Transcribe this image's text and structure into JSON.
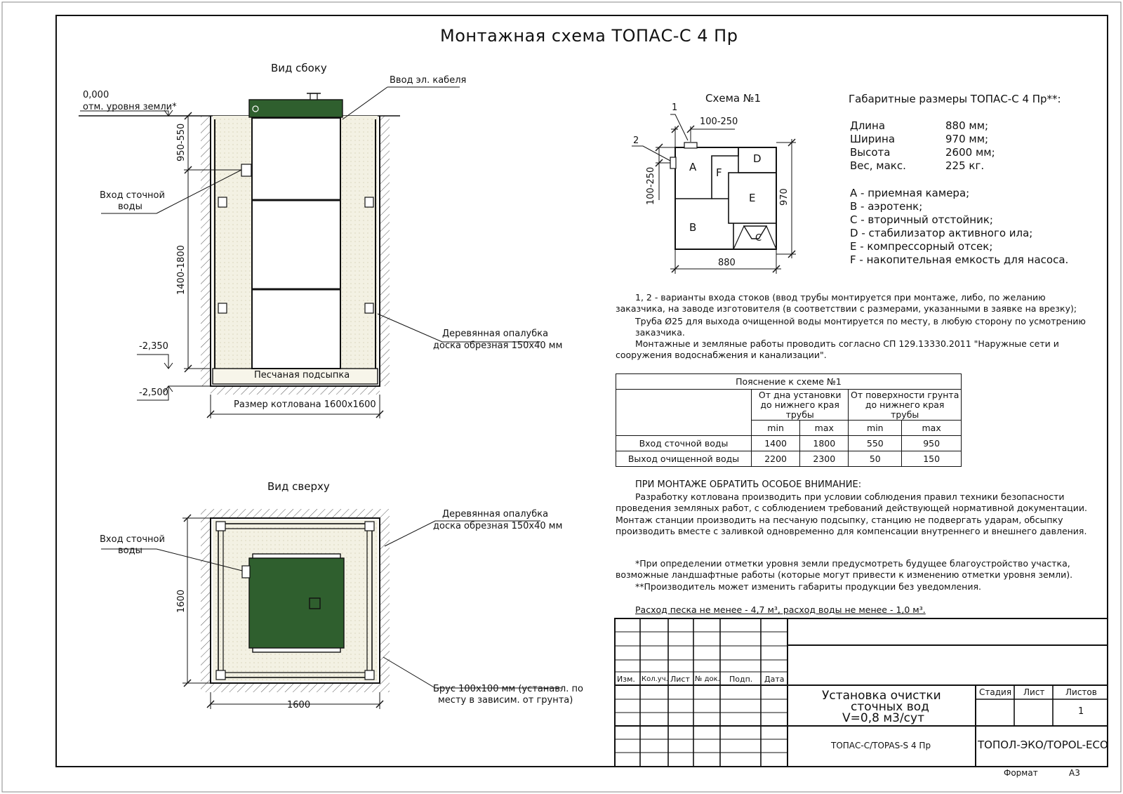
{
  "title": "Монтажная схема ТОПАС-С 4 Пр",
  "side_view": {
    "title": "Вид сбоку",
    "ground_level": "0,000",
    "ground_level_note": "отм. уровня земли*",
    "cable_label": "Ввод эл. кабеля",
    "inlet_label": [
      "Вход сточной",
      "воды"
    ],
    "dim_top": "950-550",
    "dim_mid": "1400-1800",
    "level_1": "-2,350",
    "level_2": "-2,500",
    "formwork_label": [
      "Деревянная опалубка",
      "доска обрезная 150x40 мм"
    ],
    "sand_label": "Песчаная подсыпка",
    "pit_label": "Размер котлована 1600x1600"
  },
  "top_view": {
    "title": "Вид сверху",
    "inlet_label": [
      "Вход сточной",
      "воды"
    ],
    "formwork_label": [
      "Деревянная опалубка",
      "доска обрезная 150x40 мм"
    ],
    "beam_label": [
      "Брус 100x100 мм (устанавл. по",
      "месту в зависим. от грунта)"
    ],
    "dim_v": "1600",
    "dim_h": "1600"
  },
  "scheme1": {
    "title": "Схема №1",
    "mark1": "1",
    "mark2": "2",
    "dim_top": "100-250",
    "dim_left": "100-250",
    "dim_right": "970",
    "dim_bottom": "880",
    "zones": [
      "A",
      "B",
      "C",
      "D",
      "E",
      "F"
    ]
  },
  "dimensions": {
    "title": "Габаритные размеры ТОПАС-С 4 Пр**:",
    "rows": [
      {
        "k": "Длина",
        "v": "880 мм;"
      },
      {
        "k": "Ширина",
        "v": "970 мм;"
      },
      {
        "k": "Высота",
        "v": "2600 мм;"
      },
      {
        "k": "Вес, макс.",
        "v": "225 кг."
      }
    ]
  },
  "legend": [
    "A - приемная камера;",
    "B - аэротенк;",
    "C - вторичный отстойник;",
    "D - стабилизатор активного ила;",
    "E - компрессорный отсек;",
    "F - накопительная емкость для насоса."
  ],
  "notes": {
    "p1": "1, 2 - варианты входа  стоков (ввод трубы монтируется при монтаже, либо, по желанию заказчика, на заводе изготовителя (в соответствии с размерами, указанными в заявке на врезку);",
    "p2": "Труба Ø25 для выхода очищенной воды монтируется по месту, в любую сторону по усмотрению заказчика.",
    "p3": "Монтажные и земляные работы проводить согласно СП 129.13330.2011 \"Наружные сети и сооружения водоснабжения и канализации\"."
  },
  "table": {
    "title": "Пояснение к схеме №1",
    "group1": "От дна установки до нижнего края трубы",
    "group2": "От поверхности грунта до нижнего края трубы",
    "min": "min",
    "max": "max",
    "rows": [
      {
        "label": "Вход сточной воды",
        "v": [
          "1400",
          "1800",
          "550",
          "950"
        ]
      },
      {
        "label": "Выход очищенной воды",
        "v": [
          "2200",
          "2300",
          "50",
          "150"
        ]
      }
    ]
  },
  "attention": {
    "title": "ПРИ МОНТАЖЕ ОБРАТИТЬ ОСОБОЕ ВНИМАНИЕ:",
    "text": "Разработку котлована производить при условии соблюдения правил техники безопасности проведения земляных работ, с соблюдением требований действующей нормативной документации. Монтаж станции производить на песчаную подсыпку, станцию не подвергать ударам, обсыпку производить вместе с заливкой одновременно для компенсации внутреннего и внешнего давления."
  },
  "footnotes": {
    "f1": "*При определении отметки уровня земли предусмотреть будущее благоустройство участка, возможные ландшафтные работы (которые могут привести к изменению отметки уровня земли).",
    "f2": "**Производитель может изменить габариты продукции без уведомления.",
    "f3": "Расход песка не менее - 4,7 м³, расход воды не менее - 1,0 м³."
  },
  "title_block": {
    "cols": [
      "Изм.",
      "Кол.уч.",
      "Лист",
      "№ док.",
      "Подп.",
      "Дата"
    ],
    "name": [
      "Установка очистки",
      "сточных вод",
      "V=0,8 м3/сут"
    ],
    "stage": "Стадия",
    "sheet": "Лист",
    "sheets": "Листов",
    "sheets_value": "1",
    "code": "ТОПАС-С/TOPAS-S 4 Пр",
    "company": "ТОПОЛ-ЭКО/TOPOL-ECO",
    "format_label": "Формат",
    "format_value": "А3"
  },
  "colors": {
    "tank": "#2f5f2e",
    "sand": "#f2f0e1",
    "line": "#111111"
  }
}
